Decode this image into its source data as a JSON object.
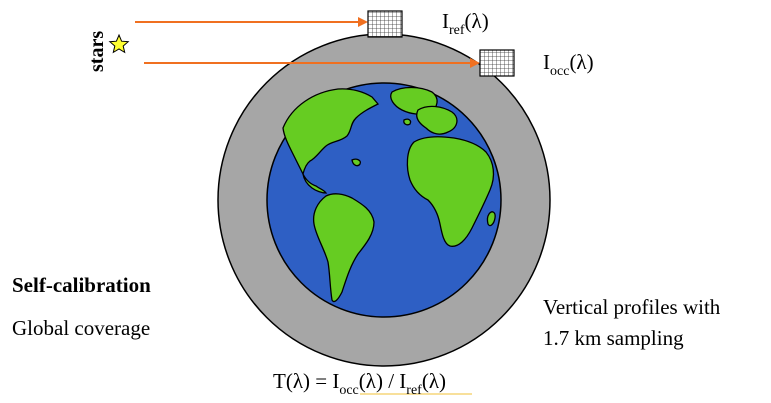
{
  "stars_label": "stars",
  "star_icon": "star-icon",
  "i_ref": {
    "main": "I",
    "sub": "ref",
    "arg": "(λ)"
  },
  "i_occ": {
    "main": "I",
    "sub": "occ",
    "arg": "(λ)"
  },
  "self_calibration": "Self-calibration",
  "global_coverage": "Global coverage",
  "vertical_profiles_line1": "Vertical profiles with",
  "vertical_profiles_line2": "1.7 km sampling",
  "formula": {
    "lhs": "T(λ) = I",
    "occ_sub": "occ",
    "mid": "(λ) / I",
    "ref_sub": "ref",
    "end": "(λ)"
  },
  "colors": {
    "atmosphere": "#a6a6a6",
    "ocean": "#2e5fc4",
    "land": "#66cc22",
    "ray": "#f07020",
    "star": "#ffff33"
  }
}
